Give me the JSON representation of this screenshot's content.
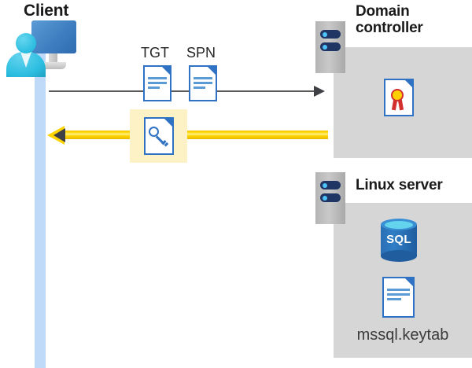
{
  "diagram": {
    "title_client": "Client",
    "title_domain_controller": "Domain controller",
    "title_linux_server": "Linux server",
    "messages": {
      "request_label_1": "TGT",
      "request_label_2": "SPN",
      "response_icon_name": "key-document-icon"
    },
    "linux_server_contents": {
      "database_label": "SQL",
      "keytab_file": "mssql.keytab"
    },
    "domain_controller_contents": {
      "certificate_icon_name": "certificate-document-icon"
    },
    "colors": {
      "panel_gray": "#d6d6d6",
      "lifeline_blue": "#bedaf8",
      "highlight_yellow": "#fdf2c6",
      "arrow_gold": "#ffd400",
      "arrow_dark": "#3f3f46",
      "doc_blue": "#2f72c4",
      "server_navy": "#1f3564",
      "sql_blue": "#2a6fb5",
      "seal_red": "#d32f2f",
      "seal_gold": "#ffd100"
    }
  }
}
